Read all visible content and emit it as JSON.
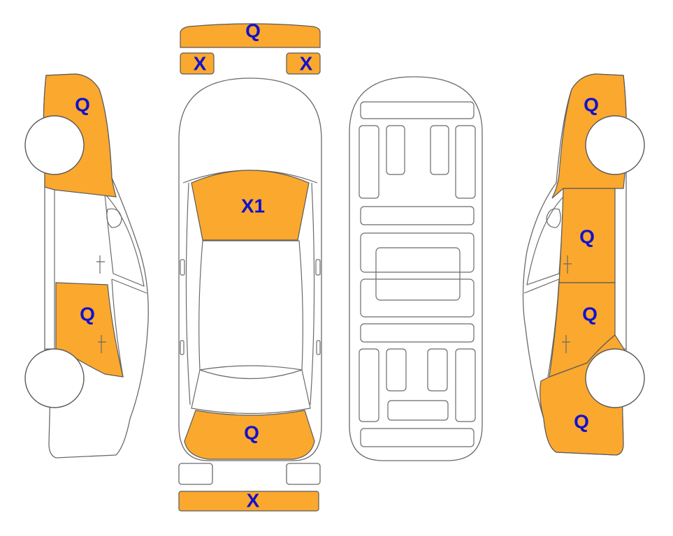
{
  "colors": {
    "damage_fill": "#FBA82E",
    "label_text": "#1212CC",
    "outline": "#6A6A6A"
  },
  "views": {
    "left_side": {
      "front_fender": "Q",
      "rear_door": "Q"
    },
    "top": {
      "front_bumper": "Q",
      "left_headlight": "X",
      "right_headlight": "X",
      "hood": "X1",
      "trunk": "Q",
      "rear_bumper": "X"
    },
    "right_side": {
      "front_fender": "Q",
      "front_door": "Q",
      "rear_door": "Q",
      "rear_quarter": "Q"
    }
  }
}
